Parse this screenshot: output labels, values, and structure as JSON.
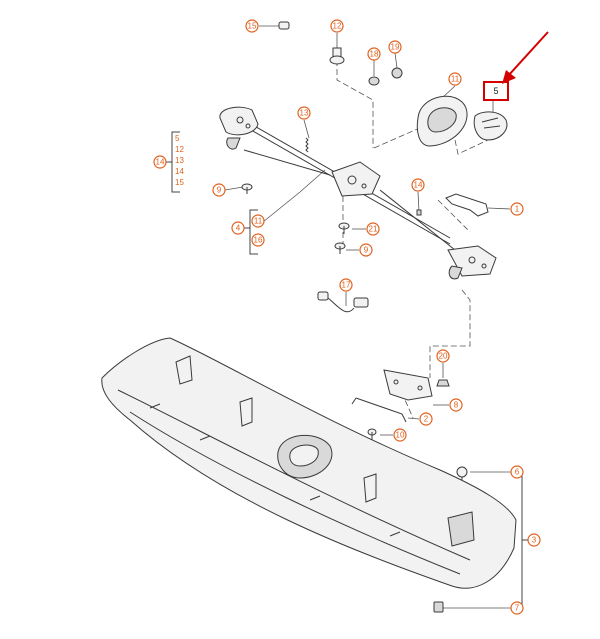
{
  "callouts": {
    "c15": "15",
    "c12": "12",
    "c18": "18",
    "c19": "19",
    "c11a": "11",
    "c13a": "13",
    "c9a": "9",
    "c14b": "14",
    "c1": "1",
    "c21": "21",
    "c9b": "9",
    "c17": "17",
    "c20": "20",
    "c8": "8",
    "c2": "2",
    "c10": "10",
    "c6": "6",
    "c3": "3",
    "c7": "7"
  },
  "group_left": {
    "main": "14",
    "items": [
      "5",
      "12",
      "13",
      "14",
      "15"
    ]
  },
  "group_four": {
    "main": "4",
    "items": [
      "11",
      "16"
    ]
  },
  "highlight": {
    "label": "5"
  },
  "colors": {
    "callout": "#e0621f",
    "highlight": "#d40000"
  }
}
